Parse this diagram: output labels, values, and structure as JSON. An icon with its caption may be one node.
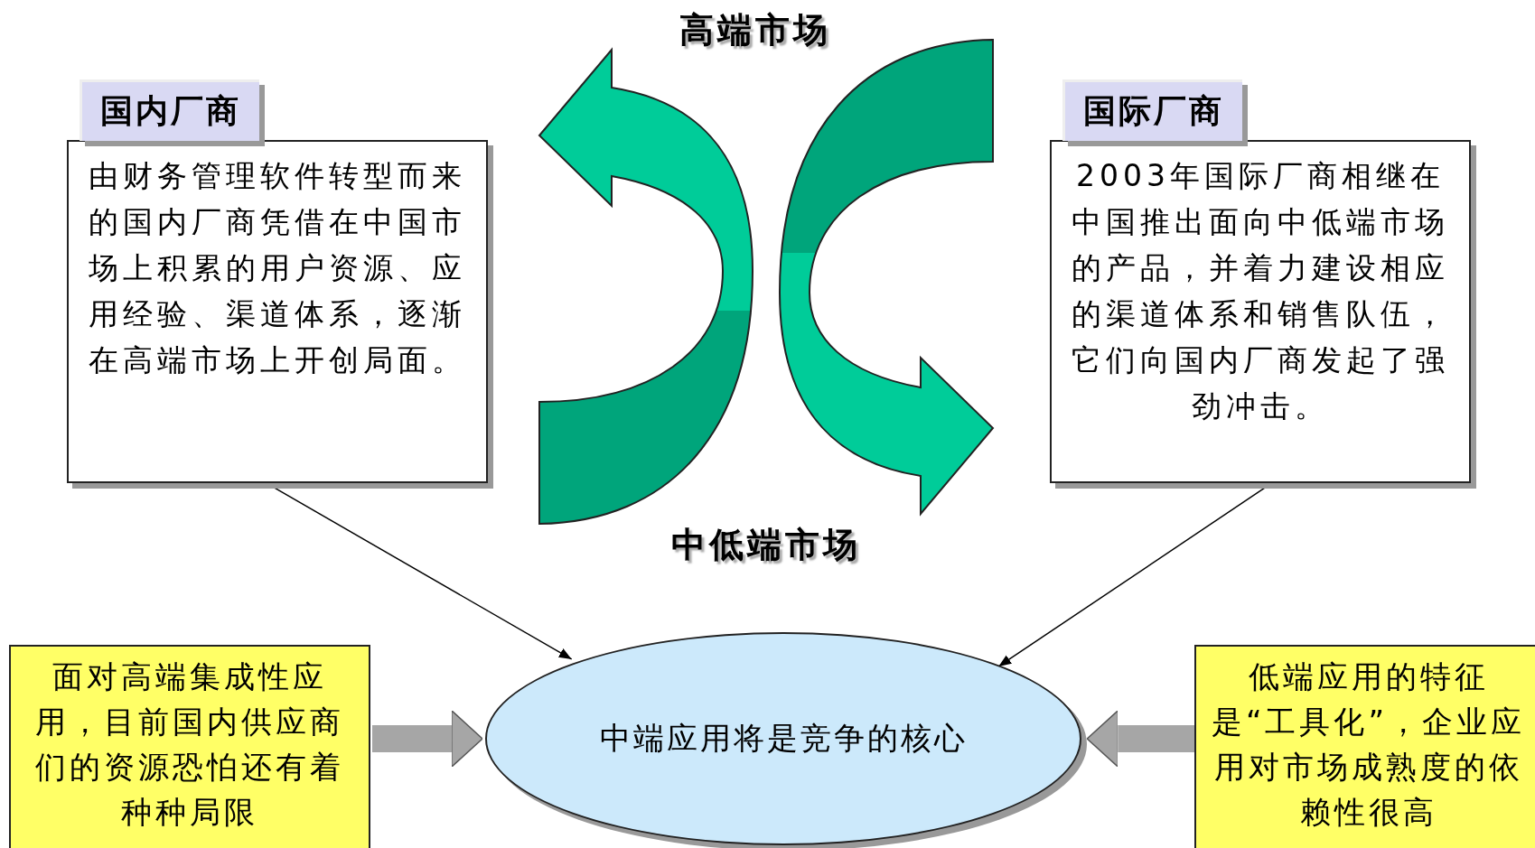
{
  "diagram": {
    "nodes": [
      {
        "text": [
          "国内厂商",
          "由财务管理软件转型而来的国内厂商凭借在中国市场上积累的用户资源、应用经验、渠道体系，逐渐在高端市场上开创局面。"
        ]
      },
      {
        "text": [
          "国际厂商",
          "2003年国际厂商相继在中国推出面向中低端市场的产品，并着力建设相应的渠道体系和销售队伍，它们向国内厂商发起了强劲冲击。"
        ]
      },
      {
        "text": [
          "中端应用将是竞争的核心"
        ]
      },
      {
        "text": [
          "面对高端集成性应用，目前国内供应商们的资源恐怕还有着种种局限"
        ]
      },
      {
        "text": [
          "低端应用的特征是“工具化”，企业应用对市场成熟度的依赖性很高"
        ]
      }
    ],
    "edges": [
      {
        "from": 0,
        "to": 2,
        "arrow": "to"
      },
      {
        "from": 1,
        "to": 2,
        "arrow": "to"
      },
      {
        "from": 3,
        "to": 2,
        "arrow": "to",
        "style": "thick",
        "color": "#a6a6a6"
      },
      {
        "from": 4,
        "to": 2,
        "arrow": "to",
        "style": "thick",
        "color": "#a6a6a6"
      }
    ],
    "labels": [
      "高端市场",
      "中低端市场"
    ]
  }
}
